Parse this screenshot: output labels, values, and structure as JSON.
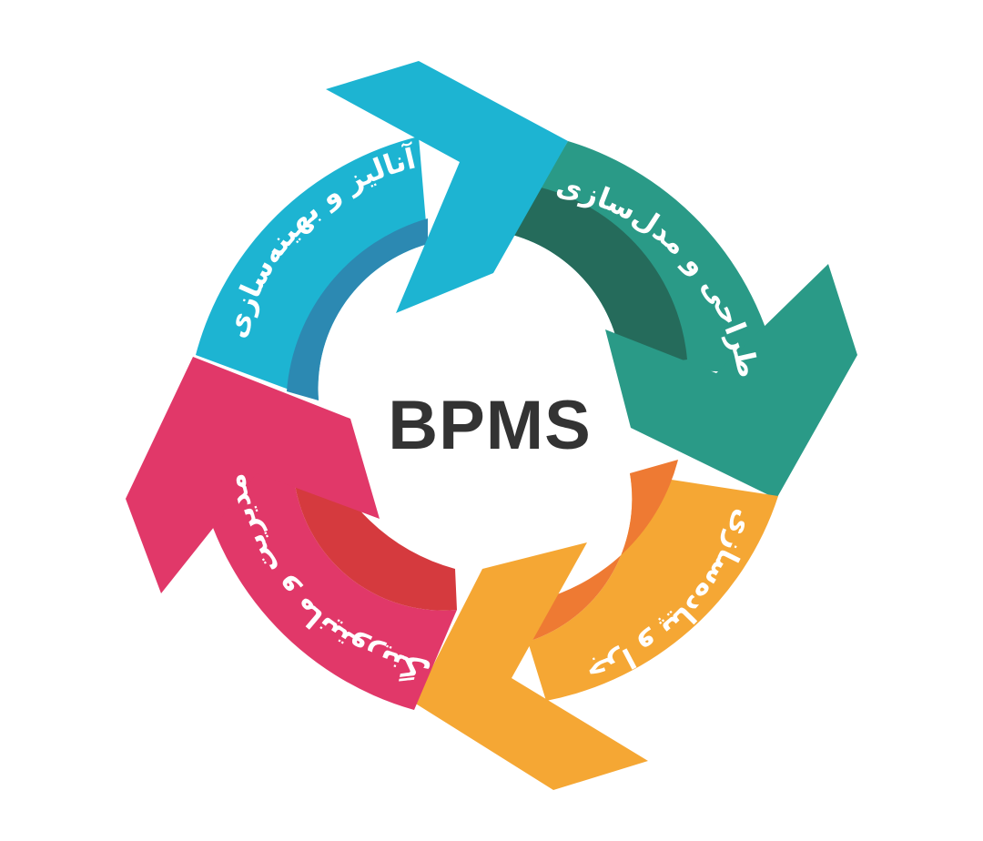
{
  "diagram": {
    "center_label": "BPMS",
    "segments": [
      {
        "id": "design",
        "label": "طراحی و مدل‌سازی",
        "color": "#2a9a87",
        "inner_color": "#256b5b"
      },
      {
        "id": "implement",
        "label": "اجرا و پیاده‌سازی",
        "color": "#f5a734",
        "inner_color": "#ee7a33"
      },
      {
        "id": "monitor",
        "label": "مدیریت و مانیتورینگ",
        "color": "#e13869",
        "inner_color": "#d53a3e"
      },
      {
        "id": "analyze",
        "label": "آنالیز و بهینه‌سازی",
        "color": "#1db4d2",
        "inner_color": "#2c89b2"
      }
    ]
  }
}
